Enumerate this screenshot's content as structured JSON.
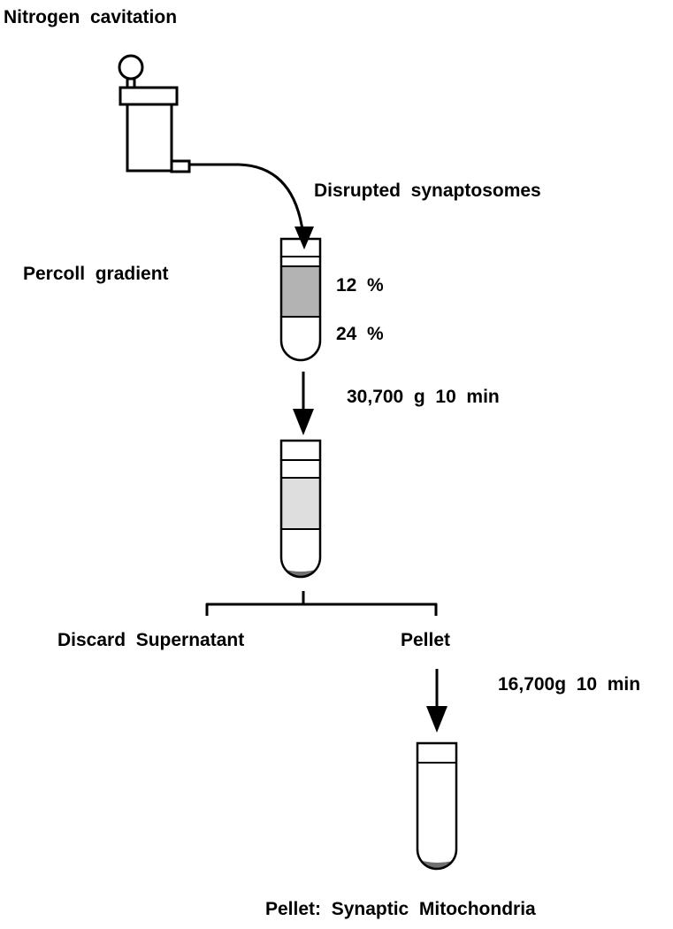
{
  "labels": {
    "nitrogen_cavitation": "Nitrogen  cavitation",
    "disrupted_synaptosomes": "Disrupted  synaptosomes",
    "percoll_gradient": "Percoll  gradient",
    "layer_12": "12  %",
    "layer_24": "24  %",
    "spin_1": "30,700  g  10  min",
    "discard_supernatant": "Discard  Supernatant",
    "pellet": "Pellet",
    "spin_2": "16,700g  10  min",
    "final": "Pellet:  Synaptic  Mitochondria"
  },
  "colors": {
    "line": "#000000",
    "layer_12_fill": "#b3b3b3",
    "band_fill": "#dedede",
    "pellet_fill": "#707070"
  }
}
